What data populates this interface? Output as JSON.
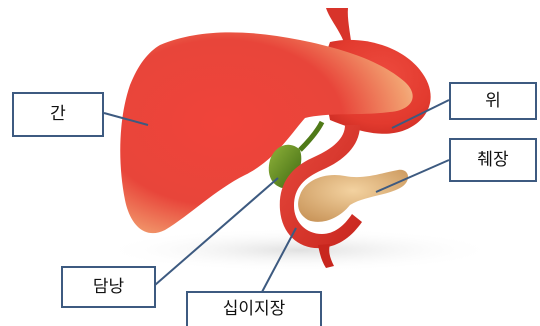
{
  "labels": {
    "liver": "간",
    "stomach": "위",
    "pancreas": "췌장",
    "gallbladder": "담낭",
    "duodenum": "십이지장"
  },
  "colors": {
    "organ_red": "#e23a2e",
    "organ_highlight": "#f3a06a",
    "gallbladder_green": "#5d8a1c",
    "pancreas_tan": "#d9a86a",
    "box_border": "#3d5a80",
    "leader_line": "#3d5a80"
  }
}
